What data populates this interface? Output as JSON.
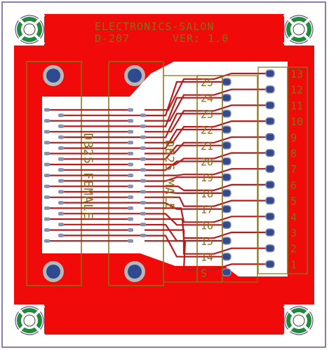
{
  "title_line1": "ELECTRONICS-SALON",
  "title_line2": "D-207",
  "version": "VER: 1.0",
  "left_connector_label": "DB25 FEMALE",
  "middle_connector_label": "DB25 MALE",
  "pin_numbers_left": [
    "25",
    "24",
    "23",
    "22",
    "21",
    "20",
    "19",
    "18",
    "17",
    "16",
    "15",
    "14",
    "S"
  ],
  "pin_numbers_right": [
    "13",
    "12",
    "11",
    "10",
    "9",
    "8",
    "7",
    "6",
    "5",
    "4",
    "3",
    "2",
    "1"
  ],
  "colors": {
    "board": "#f00a0a",
    "outline": "#6a5090",
    "silkscreen": "#8a6d1a",
    "trace": "#b71c1c",
    "pad": "#2f4a8f",
    "pad_ring": "#b8b8b8",
    "mount_ring": "#1f8a3a"
  },
  "icons": [
    "mounting-hole-icon"
  ]
}
